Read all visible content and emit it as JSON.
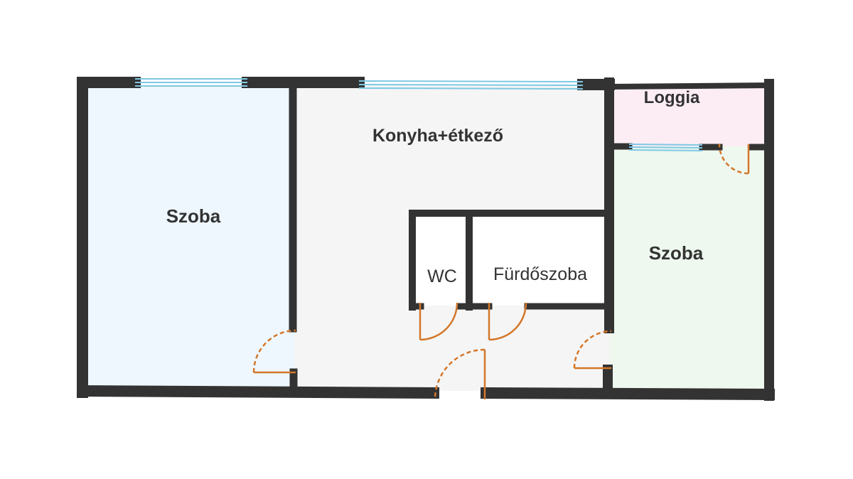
{
  "rooms": {
    "left_room": "Szoba",
    "kitchen": "Konyha+étkező",
    "loggia": "Loggia",
    "wc": "WC",
    "bathroom": "Fürdőszoba",
    "right_room": "Szoba"
  },
  "colors": {
    "wall": "#333333",
    "window": "#7ec8e3",
    "door": "#d4772a",
    "left_room_fill": "#eef7fd",
    "kitchen_fill": "#f5f5f5",
    "loggia_fill": "#fcedf4",
    "right_room_fill": "#eef8ef"
  }
}
